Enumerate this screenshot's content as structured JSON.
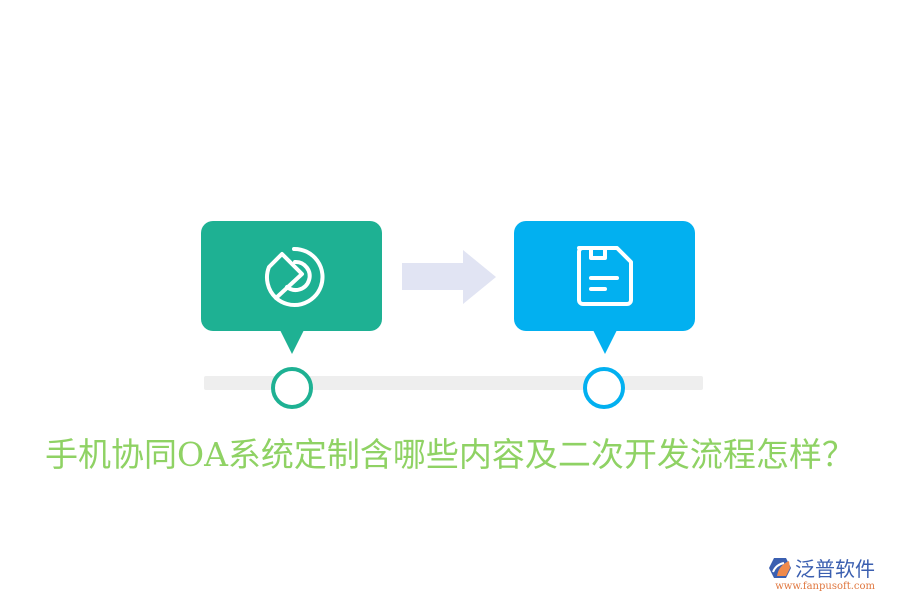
{
  "diagram": {
    "steps": [
      {
        "id": "step-1",
        "icon": "pie-chart-icon",
        "color": "#1eb193"
      },
      {
        "id": "step-2",
        "icon": "save-document-icon",
        "color": "#02b0f0"
      }
    ],
    "arrow": {
      "icon": "arrow-right-icon",
      "color": "#e1e4f3"
    },
    "track_color": "#eeeeee"
  },
  "title": "手机协同OA系统定制含哪些内容及二次开发流程怎样？",
  "logo": {
    "name": "泛普软件",
    "url": "www.fanpusoft.com"
  }
}
